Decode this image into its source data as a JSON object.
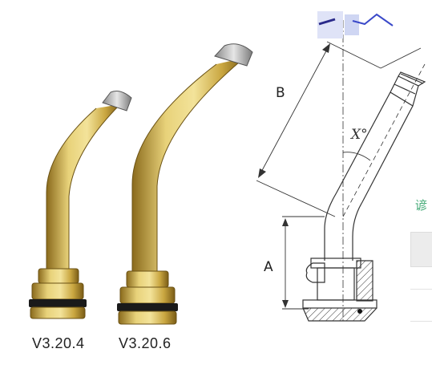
{
  "products": [
    {
      "model": "V3.20.4"
    },
    {
      "model": "V3.20.6"
    }
  ],
  "diagram": {
    "dim_a": "A",
    "dim_b": "B",
    "angle": "X°"
  },
  "side_fragment": "谚",
  "colors": {
    "brass_light": "#e8d27a",
    "brass_mid": "#c9a640",
    "brass_dark": "#8a6a1c",
    "line": "#333333",
    "hatch": "#444444"
  }
}
